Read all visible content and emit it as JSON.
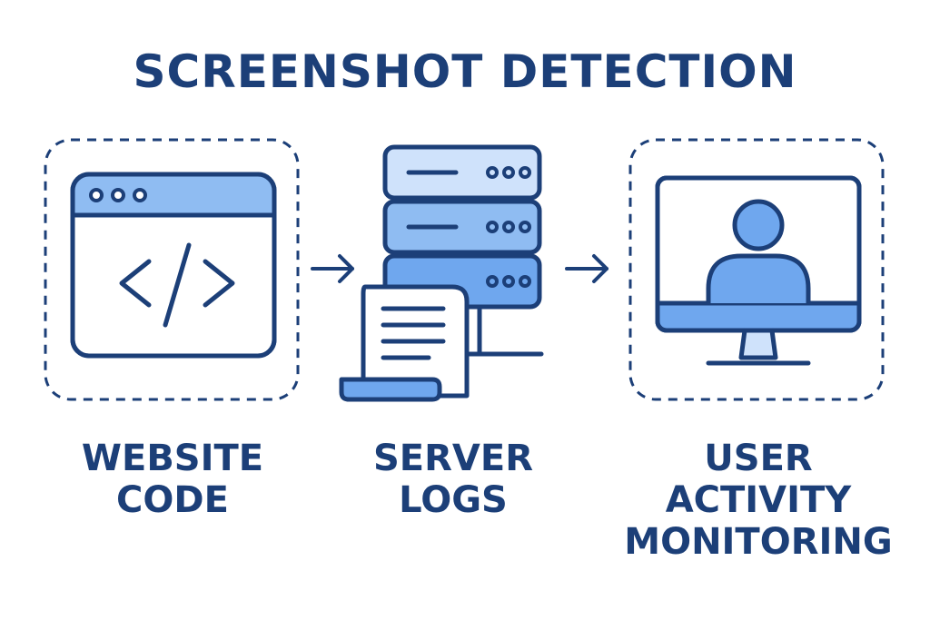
{
  "title": "SCREENSHOT DETECTION",
  "colors": {
    "ink": "#1c3f78",
    "light_fill": "#cfe2fb",
    "mid_fill": "#8fbcf2",
    "accent_fill": "#6fa7ee"
  },
  "steps": [
    {
      "icon": "code-window-icon",
      "lines": [
        "WEBSITE",
        "CODE"
      ]
    },
    {
      "icon": "server-stack-icon",
      "lines": [
        "SERVER",
        "LOGS"
      ]
    },
    {
      "icon": "monitor-user-icon",
      "lines": [
        "USER",
        "ACTIVITY",
        "MONITORING"
      ]
    }
  ],
  "arrows": [
    "arrow-right-icon",
    "arrow-right-icon"
  ]
}
